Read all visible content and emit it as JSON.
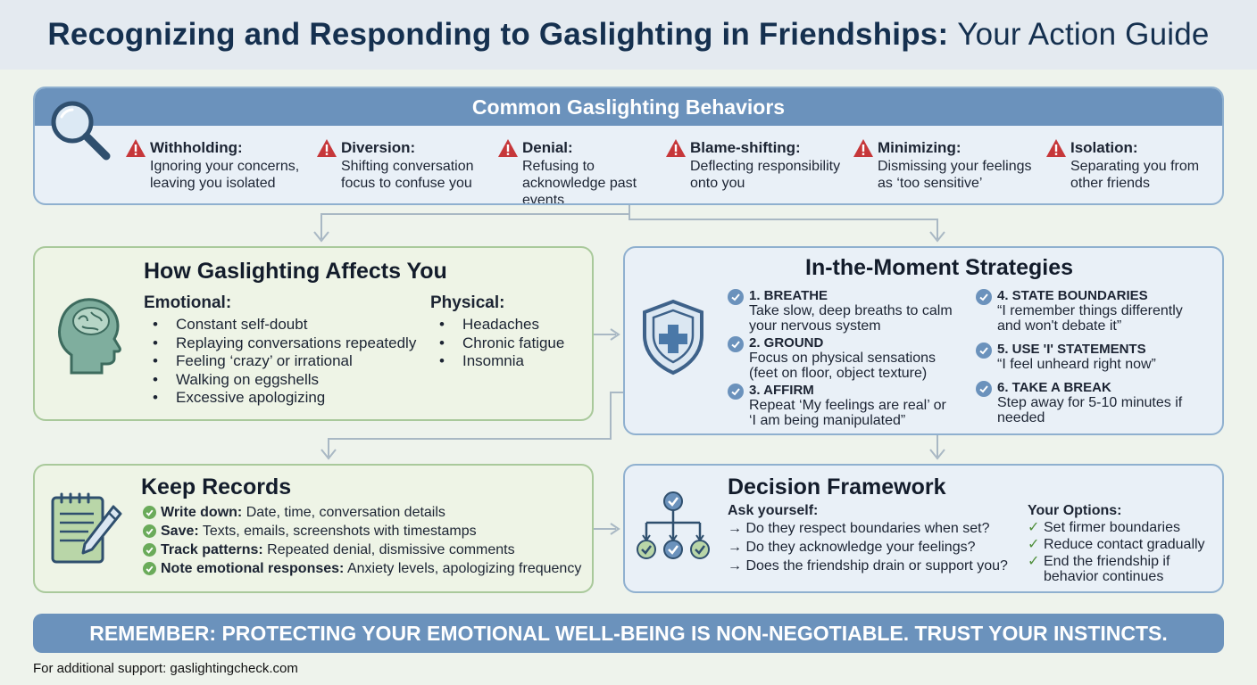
{
  "title": {
    "main": "Recognizing and Responding to Gaslighting in Friendships:",
    "accent": "Your Action Guide"
  },
  "behaviors": {
    "heading": "Common Gaslighting Behaviors",
    "items": [
      {
        "title": "Withholding:",
        "desc": "Ignoring your concerns, leaving you isolated"
      },
      {
        "title": "Diversion:",
        "desc": "Shifting conversation focus to confuse you"
      },
      {
        "title": "Denial:",
        "desc": "Refusing to acknowledge past events"
      },
      {
        "title": "Blame-shifting:",
        "desc": "Deflecting responsibility onto you"
      },
      {
        "title": "Minimizing:",
        "desc": "Dismissing your feelings as ‘too sensitive’"
      },
      {
        "title": "Isolation:",
        "desc": "Separating you from other friends"
      }
    ]
  },
  "affects": {
    "heading": "How Gaslighting Affects You",
    "emotional_label": "Emotional:",
    "emotional": [
      "Constant self-doubt",
      "Replaying conversations repeatedly",
      "Feeling ‘crazy’ or irrational",
      "Walking on eggshells",
      "Excessive apologizing"
    ],
    "physical_label": "Physical:",
    "physical": [
      "Headaches",
      "Chronic fatigue",
      "Insomnia"
    ]
  },
  "strategies": {
    "heading": "In-the-Moment Strategies",
    "items": [
      {
        "title": "1. BREATHE",
        "line1": "Take slow, deep breaths to calm",
        "line2": "your nervous system"
      },
      {
        "title": "2. GROUND",
        "line1": "Focus on physical sensations",
        "line2": "(feet on floor, object texture)"
      },
      {
        "title": "3. AFFIRM",
        "line1": "Repeat ‘My feelings are real’ or",
        "line2": "‘I am being manipulated”"
      },
      {
        "title": "4. STATE BOUNDARIES",
        "line1": "“I remember things differently",
        "line2": "and won't debate it”"
      },
      {
        "title": "5. USE 'I' STATEMENTS",
        "line1": "“I feel unheard right now”",
        "line2": ""
      },
      {
        "title": "6. TAKE A BREAK",
        "line1": "Step away for 5-10 minutes if",
        "line2": "needed"
      }
    ]
  },
  "records": {
    "heading": "Keep Records",
    "items": [
      {
        "label": "Write down:",
        "text": " Date, time, conversation details"
      },
      {
        "label": "Save:",
        "text": " Texts, emails, screenshots with timestamps"
      },
      {
        "label": "Track patterns:",
        "text": " Repeated denial, dismissive comments"
      },
      {
        "label": "Note emotional responses:",
        "text": " Anxiety levels, apologizing frequency"
      }
    ]
  },
  "decision": {
    "heading": "Decision Framework",
    "ask_label": "Ask yourself:",
    "questions": [
      "→ Do they respect boundaries when set?",
      "→ Do they acknowledge your feelings?",
      "→ Does the friendship drain or support you?"
    ],
    "options_label": "Your Options:",
    "options": [
      {
        "line1": "Set firmer boundaries",
        "line2": ""
      },
      {
        "line1": "Reduce contact gradually",
        "line2": ""
      },
      {
        "line1": "End the friendship if",
        "line2": "behavior continues"
      }
    ]
  },
  "remember": "REMEMBER: PROTECTING YOUR EMOTIONAL WELL-BEING IS NON-NEGOTIABLE. TRUST YOUR INSTINCTS.",
  "footer": "For additional support: gaslightingcheck.com",
  "colors": {
    "navy": "#15304f",
    "band_blue": "#6b92bc",
    "green_check": "#6aab5a",
    "blue_check": "#6b92bc",
    "warning_red": "#c6373a"
  }
}
